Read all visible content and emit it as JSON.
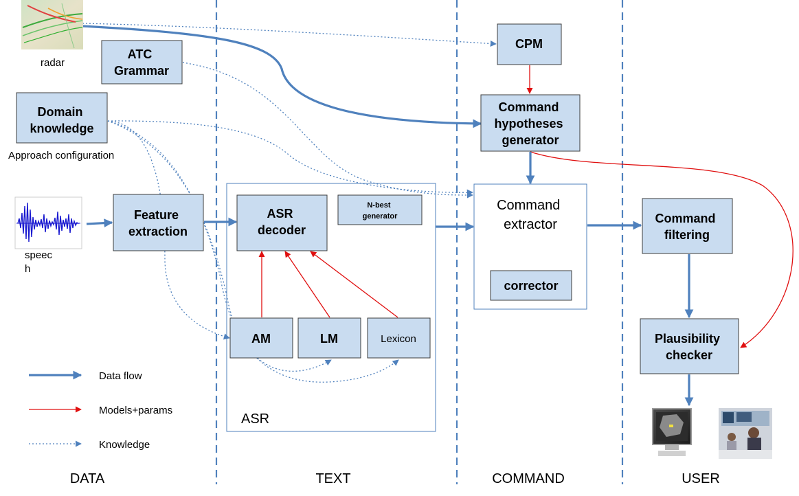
{
  "columns": {
    "data": "DATA",
    "text": "TEXT",
    "command": "COMMAND",
    "user": "USER"
  },
  "inputs": {
    "radar": "radar",
    "atc_grammar": [
      "ATC",
      "Grammar"
    ],
    "domain_knowledge": [
      "Domain",
      "knowledge"
    ],
    "approach_configuration": "Approach configuration",
    "speech": [
      "speec",
      "h"
    ]
  },
  "modules": {
    "feature_extraction": [
      "Feature",
      "extraction"
    ],
    "asr_decoder": [
      "ASR",
      "decoder"
    ],
    "nbest_generator": [
      "N-best",
      "generator"
    ],
    "am": "AM",
    "lm": "LM",
    "lexicon": "Lexicon",
    "asr_group": "ASR",
    "cpm": "CPM",
    "command_hypotheses_generator": [
      "Command",
      "hypotheses",
      "generator"
    ],
    "command_extractor": [
      "Command",
      "extractor"
    ],
    "corrector": "corrector",
    "command_filtering": [
      "Command",
      "filtering"
    ],
    "plausibility_checker": [
      "Plausibility",
      "checker"
    ]
  },
  "legend": {
    "data_flow": "Data flow",
    "models_params": "Models+params",
    "knowledge": "Knowledge"
  },
  "colors": {
    "box_fill": "#c9dcf0",
    "box_stroke": "#3c3c3c",
    "data_flow": "#4f81bd",
    "models_params": "#e01010",
    "knowledge": "#4f81bd",
    "divider": "#4f81bd"
  }
}
